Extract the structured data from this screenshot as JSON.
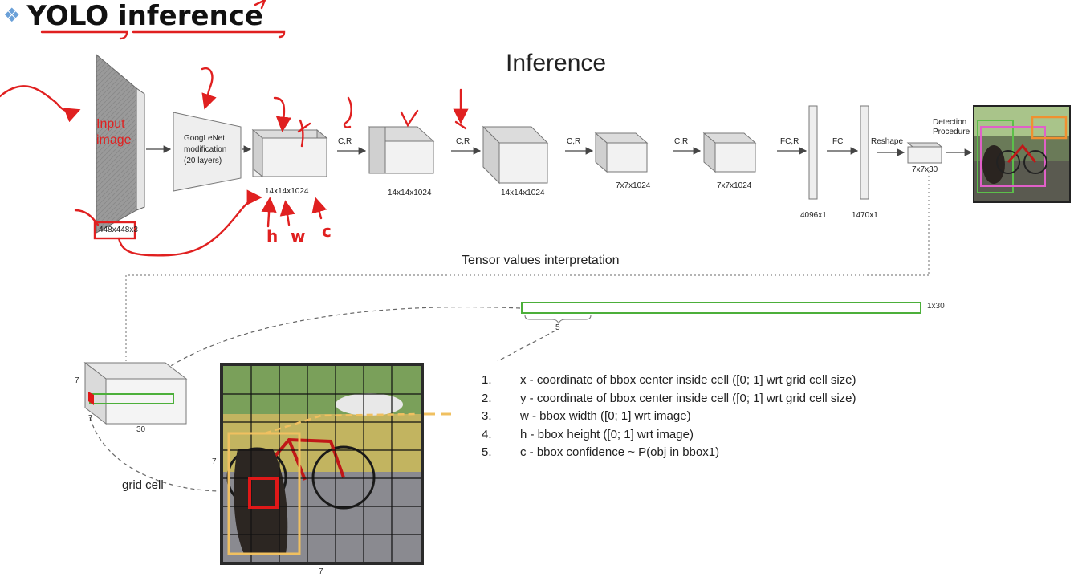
{
  "slide_title": "YOLO inference",
  "heading": "Inference",
  "subheading": "Tensor values interpretation",
  "input": {
    "label_line1": "Input",
    "label_line2": "image",
    "size": "448x448x3"
  },
  "googlenet": {
    "line1": "GoogLeNet",
    "line2": "modification",
    "line3": "(20 layers)"
  },
  "blocks": [
    {
      "size": "14x14x1024"
    },
    {
      "size": "14x14x1024"
    },
    {
      "size": "14x14x1024"
    },
    {
      "size": "7x7x1024"
    },
    {
      "size": "7x7x1024"
    }
  ],
  "ops": [
    "C,R",
    "C,R",
    "C,R",
    "C,R",
    "FC,R",
    "FC",
    "Reshape"
  ],
  "fc_layers": [
    {
      "size": "4096x1"
    },
    {
      "size": "1470x1"
    }
  ],
  "output_tensor": {
    "size": "7x7x30"
  },
  "detection": {
    "line1": "Detection",
    "line2": "Procedure"
  },
  "handwritten": {
    "h": "h",
    "w": "w",
    "c": "c"
  },
  "vector": {
    "label": "1x30",
    "brace_label": "5"
  },
  "cell_cube": {
    "depth": "7",
    "height": "7",
    "width": "30"
  },
  "grid": {
    "side_label": "7",
    "bottom_label": "7",
    "cell_label": "grid cell"
  },
  "list": [
    {
      "num": "1.",
      "text": "x - coordinate of bbox center inside cell ([0; 1] wrt grid cell size)"
    },
    {
      "num": "2.",
      "text": "y - coordinate of bbox center inside cell ([0; 1] wrt grid cell size)"
    },
    {
      "num": "3.",
      "text": "w - bbox width ([0; 1] wrt image)"
    },
    {
      "num": "4.",
      "text": "h - bbox height ([0; 1] wrt image)"
    },
    {
      "num": "5.",
      "text": "c - bbox confidence ~ P(obj in bbox1)"
    }
  ],
  "colors": {
    "annotation": "#e02020",
    "vector_border": "#4caf3a",
    "bbox_yellow": "#f0c060",
    "cell_red": "#e01818",
    "block_face": "#f2f2f2",
    "block_edge": "#777777"
  }
}
